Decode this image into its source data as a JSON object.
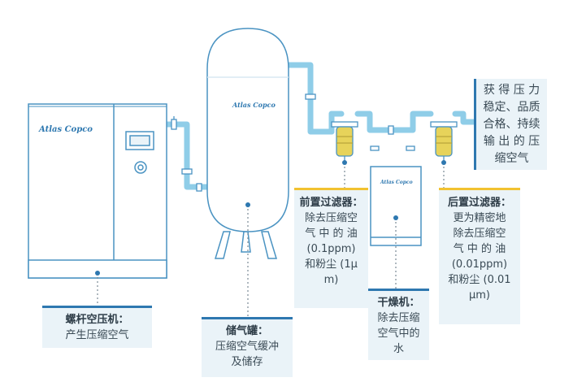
{
  "brand": {
    "logo_text": "Atlas Copco"
  },
  "colors": {
    "pipe": "#8fcde8",
    "outline": "#4a93c2",
    "accent_blue": "#2e78b0",
    "accent_yellow": "#f2c230",
    "card_bg": "#eaf3f8",
    "text": "#3a4a55",
    "filter_yellow": "#e7d35a"
  },
  "components": {
    "compressor": {
      "title": "螺杆空压机：",
      "desc": "产生压缩空气"
    },
    "tank": {
      "title": "储气罐：",
      "desc": "压缩空气缓冲\n及储存"
    },
    "pre_filter": {
      "title": "前置过滤器：",
      "desc": "除去压缩空\n气 中 的 油\n(0.1ppm)\n和粉尘 (1μ\nm)"
    },
    "dryer": {
      "title": "干燥机：",
      "desc": "除去压缩\n空气中的\n水"
    },
    "post_filter": {
      "title": "后置过滤器：",
      "desc": "更为精密地\n除去压缩空\n气 中 的 油\n(0.01ppm)\n和粉尘 (0.01\nμm)"
    },
    "output": {
      "desc": "获 得 压 力\n稳定、品质\n合格、持续\n输 出 的 压\n缩空气"
    }
  }
}
